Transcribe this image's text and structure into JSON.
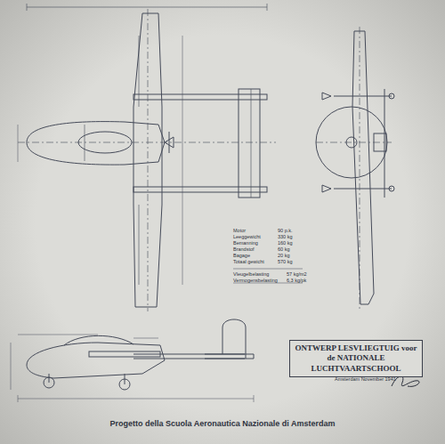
{
  "diagram": {
    "caption": "Progetto della Scuola Aeronautica Nazionale di Amsterdam",
    "nodes": [
      {
        "text": [
          "ONTWERP LESVLIEGTUIG voor de NATIONALE LUCHTVAARTSCHOOL"
        ]
      }
    ],
    "labels": [
      "Motor",
      "Leeggewicht",
      "Bemanning",
      "Brandstof",
      "Bagage",
      "Totaal gewicht",
      "90 p.k.",
      "330 kg",
      "160 kg",
      "60 kg",
      "20 kg",
      "570 kg",
      "Vleugelbelasting",
      "Vermogensbelasting",
      "57 kg/m2",
      "6,3 kg/pk",
      "Amsterdam November 1941"
    ]
  }
}
